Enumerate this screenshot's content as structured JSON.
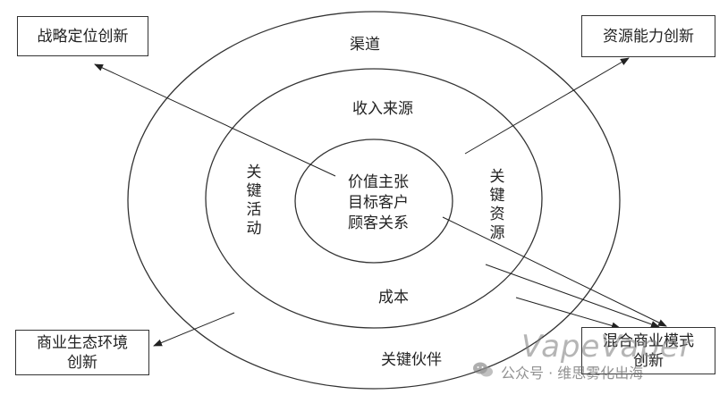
{
  "boxes": {
    "top_left": "战略定位创新",
    "top_right": "资源能力创新",
    "bottom_left": "商业生态环境\n创新",
    "bottom_right": "混合商业模式\n创新"
  },
  "rings": {
    "outer_top": "渠道",
    "outer_bottom": "关键伙伴",
    "middle_top": "收入来源",
    "middle_bottom": "成本",
    "middle_left": "关键活动",
    "middle_right": "关键资源",
    "inner_lines": [
      "价值主张",
      "目标客户",
      "顾客关系"
    ]
  },
  "watermark": {
    "logo": "VapeVaper",
    "text": "公众号 · 维思雾化出海"
  }
}
